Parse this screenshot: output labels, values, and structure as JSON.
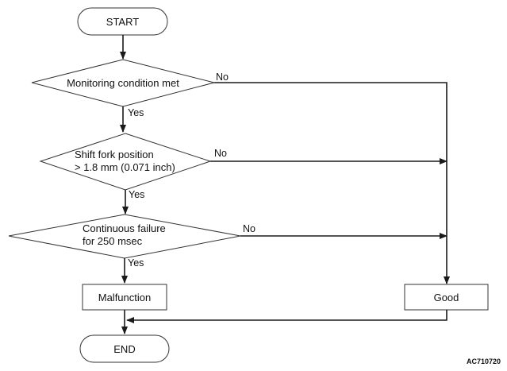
{
  "nodes": {
    "start": "START",
    "monitoring": "Monitoring condition met",
    "shift_fork_line1": "Shift fork position",
    "shift_fork_line2": "> 1.8 mm (0.071 inch)",
    "continuous_line1": "Continuous failure",
    "continuous_line2": "for 250 msec",
    "malfunction": "Malfunction",
    "good": "Good",
    "end": "END"
  },
  "branches": {
    "monitoring_no": "No",
    "monitoring_yes": "Yes",
    "shift_fork_no": "No",
    "shift_fork_yes": "Yes",
    "continuous_no": "No",
    "continuous_yes": "Yes"
  },
  "figure_id": "AC710720",
  "colors": {
    "line": "#1a1a1a",
    "border": "#333333",
    "background": "#ffffff"
  }
}
